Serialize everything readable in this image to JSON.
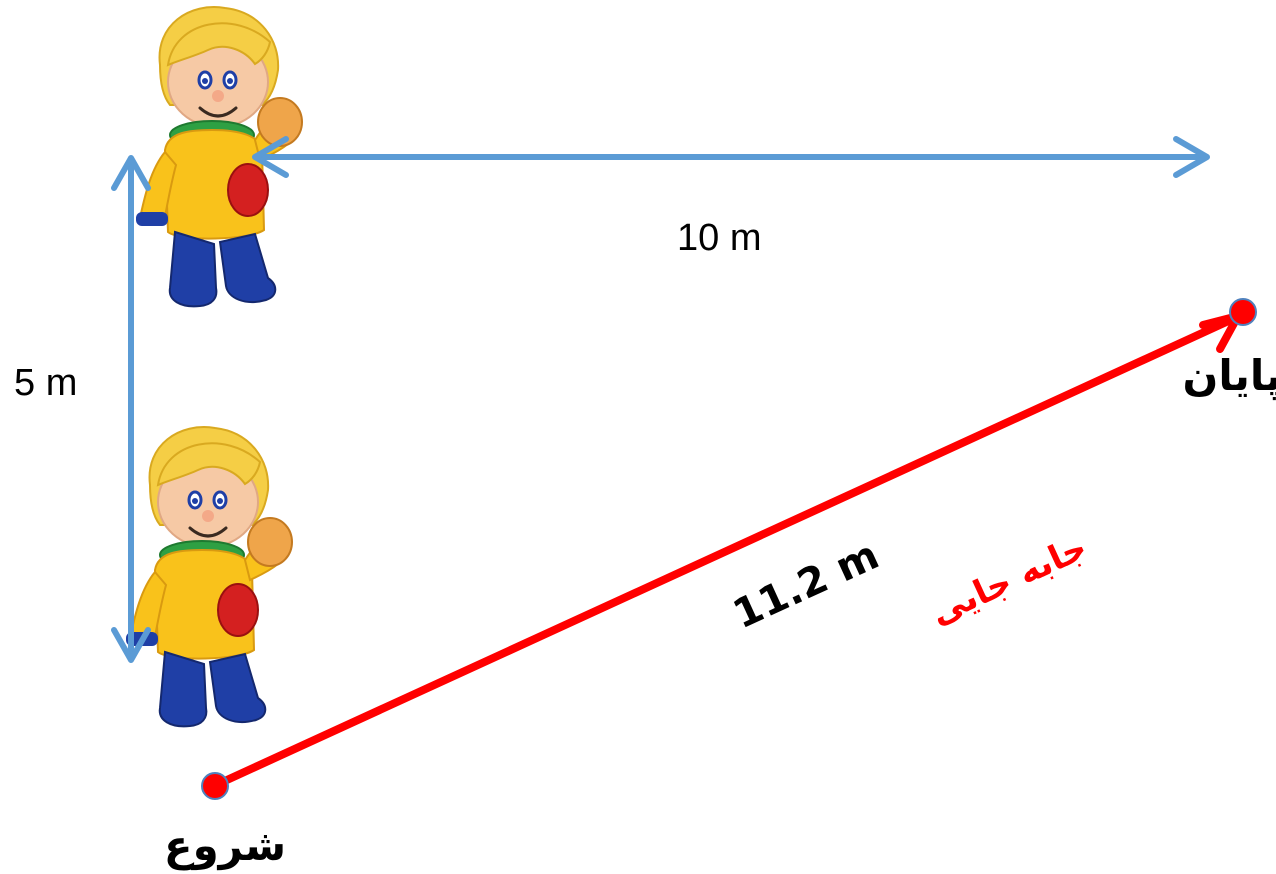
{
  "labels": {
    "horizontal_distance": "10 m",
    "vertical_distance": "5 m",
    "displacement_value": "11.2  m",
    "displacement_word": "جابه جایی",
    "start": "شروع",
    "end": "پایان"
  },
  "colors": {
    "blue_arrow": "#5B9BD5",
    "red_arrow": "#FF0000",
    "point_outline": "#4F81BD",
    "text": "#000000",
    "figure_hair": "#F5CE45",
    "figure_shirt": "#F9C21B",
    "figure_pants": "#1F3FA6",
    "figure_collar": "#2EA043",
    "figure_button": "#D42020"
  },
  "icons": {
    "figure": "toy-boy-figure"
  }
}
